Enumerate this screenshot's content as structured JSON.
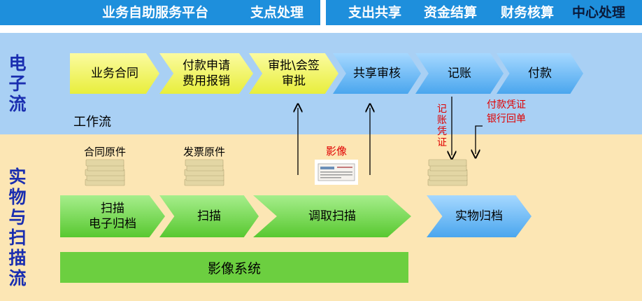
{
  "banner": {
    "platform": "业务自助服务平台",
    "branch": "支点处理",
    "shared": "支出共享",
    "settlement": "资金结算",
    "accounting": "财务核算",
    "center": "中心处理"
  },
  "lanes": {
    "electronic": "电子流",
    "physical": "实物与扫描流"
  },
  "workflow_label": "工作流",
  "electronic_steps": [
    {
      "label": "业务合同"
    },
    {
      "label": "付款申请\n费用报销"
    },
    {
      "label": "审批\\会签\n审批"
    },
    {
      "label": "共享审核"
    },
    {
      "label": "记账"
    },
    {
      "label": "付款"
    }
  ],
  "physical_steps": [
    {
      "label": "扫描\n电子归档"
    },
    {
      "label": "扫描"
    },
    {
      "label": "调取扫描"
    },
    {
      "label": "实物归档"
    }
  ],
  "documents": {
    "contract": "合同原件",
    "invoice": "发票原件",
    "image": "影像"
  },
  "annotations": {
    "voucher_vertical": "记账凭证",
    "payment_docs": "付款凭证\n银行回单"
  },
  "image_system": "影像系统",
  "colors": {
    "banner": "#1e8fdc",
    "electronic_band": "#a9d0f4",
    "physical_band": "#fce6b4",
    "yellow_step": "#e8ee3c",
    "blue_step": "#4aa6ee",
    "green_step": "#58c830",
    "lane_label": "#1a2eb0",
    "annotation": "#e00000"
  }
}
